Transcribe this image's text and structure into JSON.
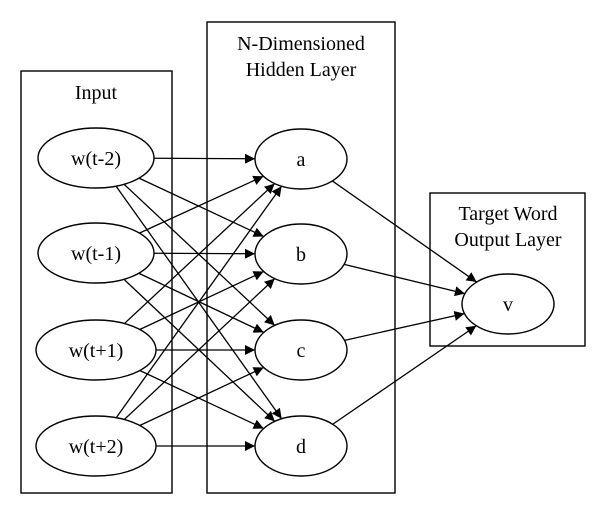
{
  "clusters": {
    "input": {
      "title": [
        "Input"
      ]
    },
    "hidden": {
      "title": [
        "N-Dimensioned",
        "Hidden Layer"
      ]
    },
    "output": {
      "title": [
        "Target Word",
        "Output Layer"
      ]
    }
  },
  "nodes": [
    {
      "id": "wm2",
      "label": "w(t-2)"
    },
    {
      "id": "wm1",
      "label": "w(t-1)"
    },
    {
      "id": "wp1",
      "label": "w(t+1)"
    },
    {
      "id": "wp2",
      "label": "w(t+2)"
    },
    {
      "id": "a",
      "label": "a"
    },
    {
      "id": "b",
      "label": "b"
    },
    {
      "id": "c",
      "label": "c"
    },
    {
      "id": "d",
      "label": "d"
    },
    {
      "id": "v",
      "label": "v"
    }
  ],
  "edges": [
    [
      "wm2",
      "a"
    ],
    [
      "wm2",
      "b"
    ],
    [
      "wm2",
      "c"
    ],
    [
      "wm2",
      "d"
    ],
    [
      "wm1",
      "a"
    ],
    [
      "wm1",
      "b"
    ],
    [
      "wm1",
      "c"
    ],
    [
      "wm1",
      "d"
    ],
    [
      "wp1",
      "a"
    ],
    [
      "wp1",
      "b"
    ],
    [
      "wp1",
      "c"
    ],
    [
      "wp1",
      "d"
    ],
    [
      "wp2",
      "a"
    ],
    [
      "wp2",
      "b"
    ],
    [
      "wp2",
      "c"
    ],
    [
      "wp2",
      "d"
    ],
    [
      "a",
      "v"
    ],
    [
      "b",
      "v"
    ],
    [
      "c",
      "v"
    ],
    [
      "d",
      "v"
    ]
  ]
}
